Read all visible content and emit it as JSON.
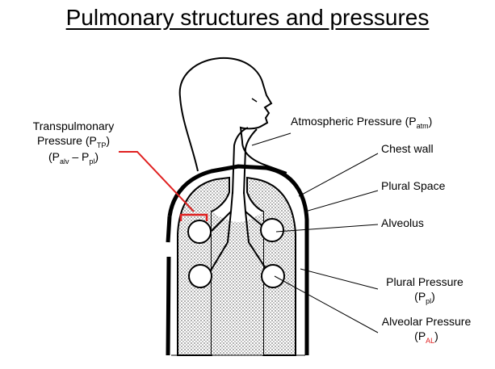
{
  "title": "Pulmonary structures and pressures",
  "labels": {
    "transpulmonary": {
      "line1": "Transpulmonary",
      "line2_main": "Pressure (P",
      "line2_sub": "TP",
      "line2_end": ")",
      "line3_open": "(P",
      "line3_sub1": "alv",
      "line3_mid": " – P",
      "line3_sub2": "pl",
      "line3_end": ")"
    },
    "atmospheric": {
      "main": "Atmospheric Pressure (P",
      "sub": "atm",
      "end": ")"
    },
    "chest_wall": "Chest wall",
    "plural_space": "Plural Space",
    "alveolus": "Alveolus",
    "plural_pressure": {
      "line1": "Plural Pressure",
      "open": "(P",
      "sub": "pl",
      "end": ")"
    },
    "alveolar_pressure": {
      "line1": "Alveolar Pressure",
      "open": "(P",
      "sub": "AL",
      "end": ")"
    }
  },
  "colors": {
    "annotation": "#e02020",
    "ink": "#000000",
    "lung_fill": "#d9d9d9"
  }
}
